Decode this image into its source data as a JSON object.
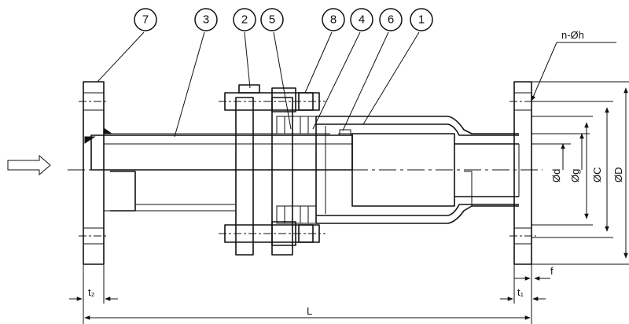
{
  "callouts": [
    {
      "id": "7",
      "label": "7"
    },
    {
      "id": "3",
      "label": "3"
    },
    {
      "id": "2",
      "label": "2"
    },
    {
      "id": "5",
      "label": "5"
    },
    {
      "id": "8",
      "label": "8"
    },
    {
      "id": "4",
      "label": "4"
    },
    {
      "id": "6",
      "label": "6"
    },
    {
      "id": "1",
      "label": "1"
    }
  ],
  "dimensions": {
    "holes": "n-Øh",
    "d": "Ød",
    "g": "Øg",
    "C": "ØC",
    "D": "ØD",
    "f": "f",
    "t2": "t₂",
    "t1": "t₁",
    "L": "L"
  }
}
